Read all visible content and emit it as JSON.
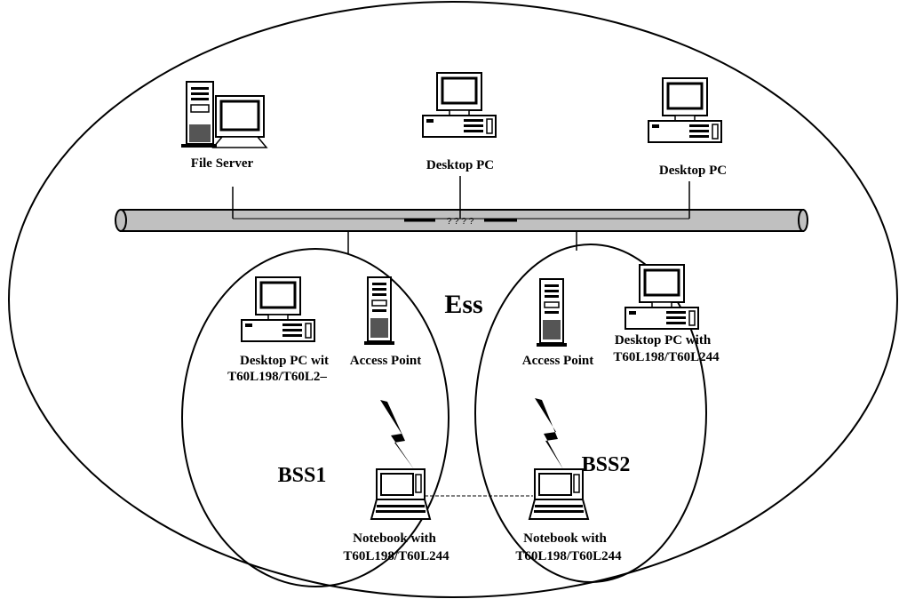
{
  "labels": {
    "file_server": "File Server",
    "desktop_pc_1": "Desktop PC",
    "desktop_pc_2": "Desktop PC",
    "backbone": "? ? ? ?",
    "ess": "Ess",
    "desktop_left_l1": "Desktop PC wit",
    "desktop_left_l2": "T60L198/T60L2–",
    "access_point_left": "Access Point",
    "access_point_right": "Access Point",
    "desktop_right_l1": "Desktop PC with",
    "desktop_right_l2": "T60L198/T60L244",
    "bss1": "BSS1",
    "bss2": "BSS2",
    "notebook_left_l1": "Notebook with",
    "notebook_left_l2": "T60L198/T60L244",
    "notebook_right_l1": "Notebook with",
    "notebook_right_l2": "T60L198/T60L244"
  },
  "colors": {
    "stroke": "#000000",
    "pipe_fill": "#c0c0c0",
    "screen": "#ffffff"
  }
}
